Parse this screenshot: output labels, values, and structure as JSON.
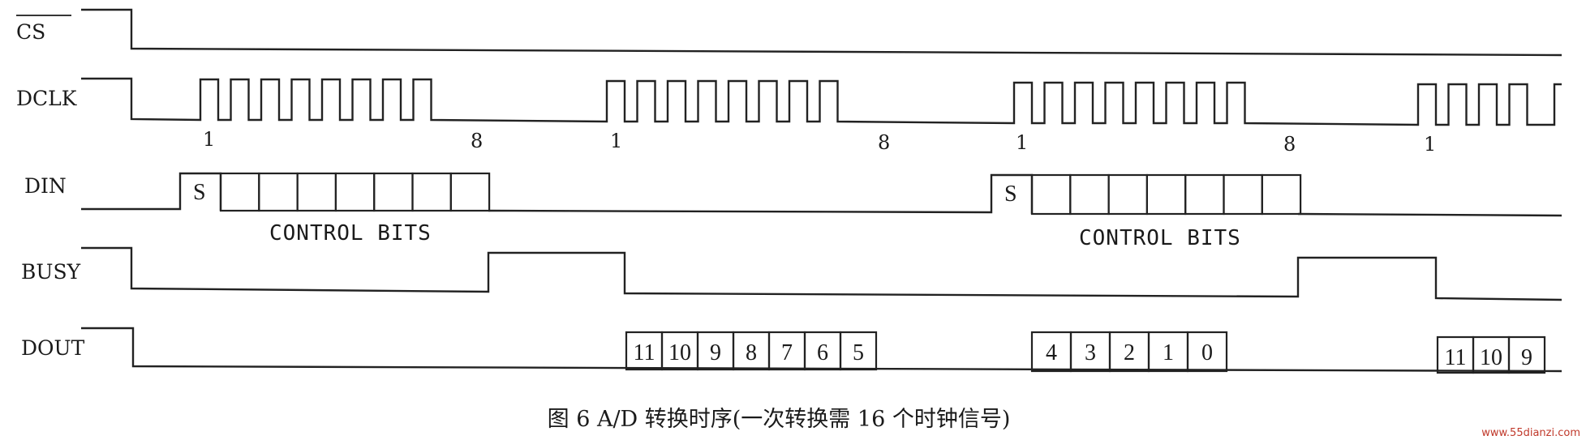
{
  "signals": {
    "cs": "CS",
    "dclk": "DCLK",
    "din": "DIN",
    "busy": "BUSY",
    "dout": "DOUT"
  },
  "clock_markers": {
    "first": "1",
    "last": "8"
  },
  "din_frames": {
    "start_bit": "S",
    "note": "CONTROL BITS"
  },
  "dout_bits": {
    "frame1_a": [
      "11",
      "10",
      "9",
      "8",
      "7",
      "6",
      "5"
    ],
    "frame1_b": [
      "4",
      "3",
      "2",
      "1",
      "0"
    ],
    "frame2": [
      "11",
      "10",
      "9"
    ]
  },
  "caption": "图 6   A/D 转换时序(一次转换需 16 个时钟信号)",
  "watermark": "www.55dianzi.com"
}
